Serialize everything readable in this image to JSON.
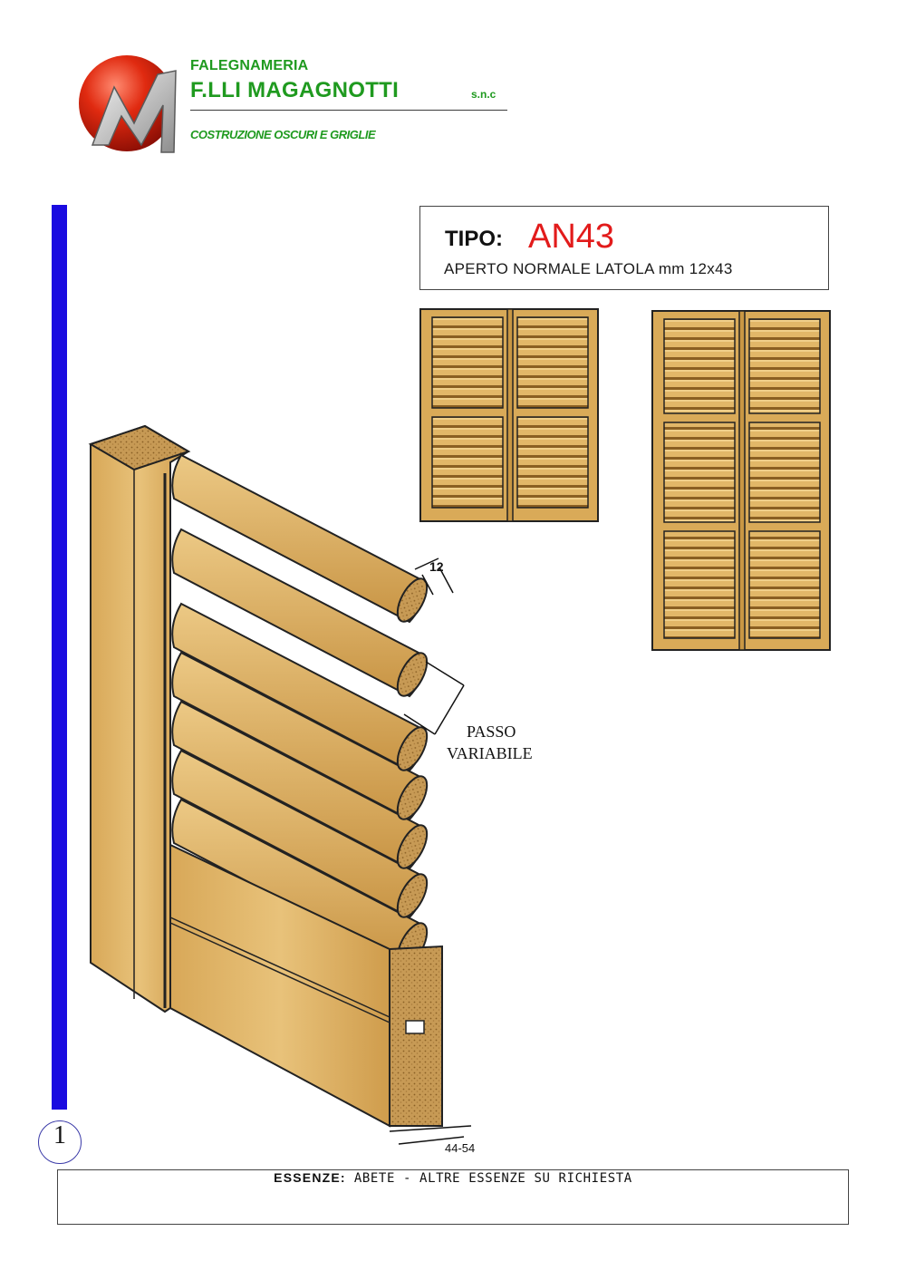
{
  "header": {
    "line1": "FALEGNAMERIA",
    "line2": "F.LLI MAGAGNOTTI",
    "suffix": "s.n.c",
    "tagline": "COSTRUZIONE OSCURI E GRIGLIE",
    "logo_icon": "red-sphere-m-logo-icon"
  },
  "type": {
    "label": "TIPO",
    "separator": ":",
    "code": "AN43",
    "description": "APERTO NORMALE LATOLA mm 12x43"
  },
  "drawing": {
    "dim_slat": "12",
    "pitch_line1": "PASSO",
    "pitch_line2": "VARIABILE",
    "dim_frame": "44-54"
  },
  "page": {
    "number": "1"
  },
  "footer": {
    "label": "ESSENZE:",
    "text": "ABETE - ALTRE ESSENZE SU RICHIESTA"
  },
  "colors": {
    "brand_green": "#1f9a1f",
    "accent_blue": "#1a0be0",
    "code_red": "#e21b1b",
    "wood": "#e2b768",
    "wood_dark": "#b88632"
  }
}
